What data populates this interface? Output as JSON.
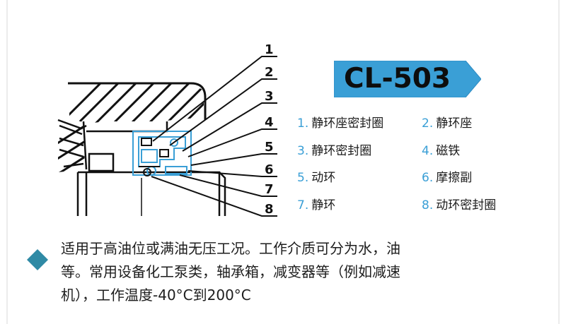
{
  "title": "CL-503",
  "callout_numbers": [
    "1",
    "2",
    "3",
    "4",
    "5",
    "6",
    "7",
    "8"
  ],
  "legend": [
    {
      "num": "1.",
      "label": "静环座密封圈"
    },
    {
      "num": "2.",
      "label": "静环座"
    },
    {
      "num": "3.",
      "label": "静环密封圈"
    },
    {
      "num": "4.",
      "label": "磁铁"
    },
    {
      "num": "5.",
      "label": "动环"
    },
    {
      "num": "6.",
      "label": "摩擦副"
    },
    {
      "num": "7.",
      "label": "静环"
    },
    {
      "num": "8.",
      "label": "动环密封圈"
    }
  ],
  "description": {
    "lines": [
      "适用于高油位或满油无压工况。工作介质可分为水，油",
      "等。常用设备化工泵类，轴承箱，减变器等（例如减速",
      "机），工作温度-40°C到200°C"
    ]
  },
  "colors": {
    "accent": "#3a9fd6",
    "line": "#111111",
    "text": "#1b1b1b"
  }
}
